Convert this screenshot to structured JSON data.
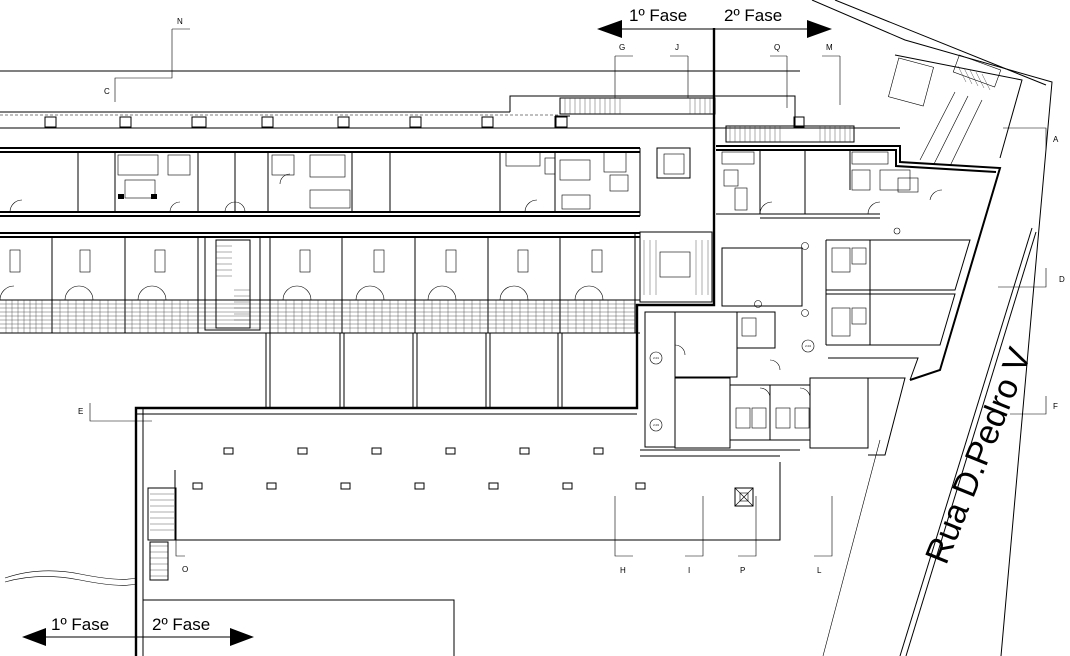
{
  "phase_top": {
    "left": "1º Fase",
    "right": "2º Fase"
  },
  "phase_bottom": {
    "left": "1º Fase",
    "right": "2º Fase"
  },
  "street_label": "Rua D.Pedro V",
  "section_markers": {
    "N": "N",
    "C": "C",
    "G": "G",
    "J": "J",
    "Q": "Q",
    "M": "M",
    "A": "A",
    "D": "D",
    "F": "F",
    "E": "E",
    "O": "O",
    "H": "H",
    "I": "I",
    "P": "P",
    "L": "L"
  },
  "room_codes": {
    "r1": "2.01",
    "r2": "2.03",
    "r3": "2.04",
    "r4": "2.05"
  }
}
